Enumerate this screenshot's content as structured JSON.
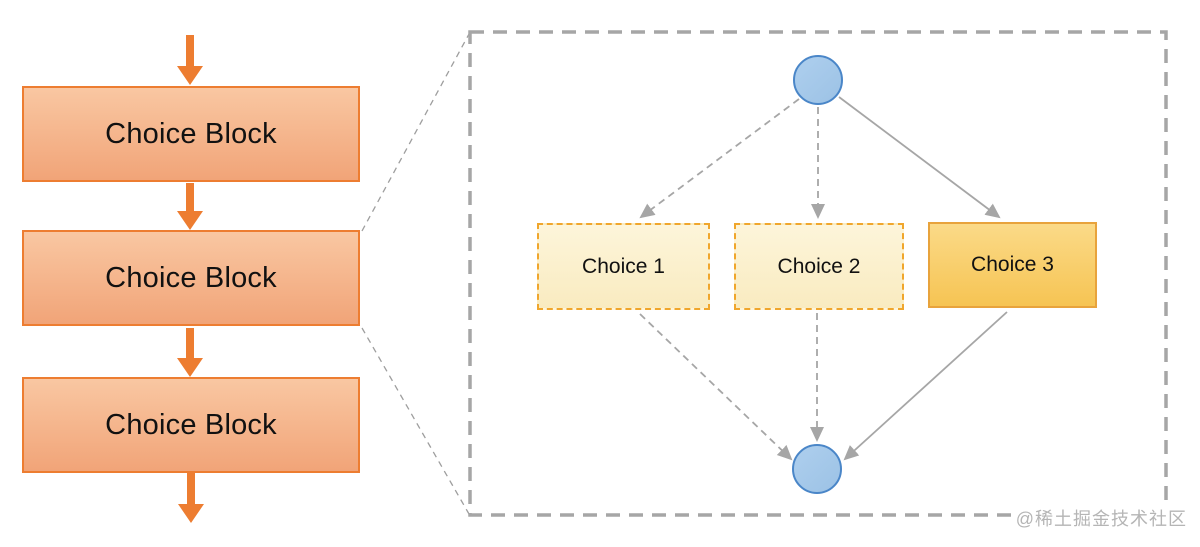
{
  "diagram": {
    "left_flow": {
      "blocks": [
        {
          "label": "Choice Block"
        },
        {
          "label": "Choice Block"
        },
        {
          "label": "Choice Block"
        }
      ],
      "arrow_icon": "down-arrow",
      "arrow_count": 4
    },
    "detail_panel": {
      "start_node_icon": "circle",
      "end_node_icon": "circle",
      "choices": [
        {
          "label": "Choice 1",
          "border": "dashed"
        },
        {
          "label": "Choice 2",
          "border": "dashed"
        },
        {
          "label": "Choice 3",
          "border": "solid"
        }
      ],
      "edges": [
        {
          "from": "start-node",
          "to": "Choice 1",
          "style": "dashed"
        },
        {
          "from": "start-node",
          "to": "Choice 2",
          "style": "dashed"
        },
        {
          "from": "start-node",
          "to": "Choice 3",
          "style": "solid"
        },
        {
          "from": "Choice 1",
          "to": "end-node",
          "style": "dashed"
        },
        {
          "from": "Choice 2",
          "to": "end-node",
          "style": "dashed"
        },
        {
          "from": "Choice 3",
          "to": "end-node",
          "style": "solid"
        }
      ]
    },
    "watermark": "@稀土掘金技术社区",
    "colors": {
      "orange_border": "#ED7D31",
      "orange_fill_top": "#F9C7A2",
      "orange_fill_bottom": "#F1A478",
      "cream_fill_top": "#FDF5DA",
      "cream_fill_bottom": "#F9EBC0",
      "gold_border": "#E8A33C",
      "gold_fill_top": "#FBDA88",
      "gold_fill_bottom": "#F6C453",
      "dashed_choice_border": "#F0A62C",
      "blue_fill": "#9CC2E5",
      "blue_border": "#4A86C8",
      "gray_line": "#A6A6A6",
      "thin_line": "#9E9E9E",
      "text": "#111111",
      "watermark": "#B5B5B5"
    }
  }
}
